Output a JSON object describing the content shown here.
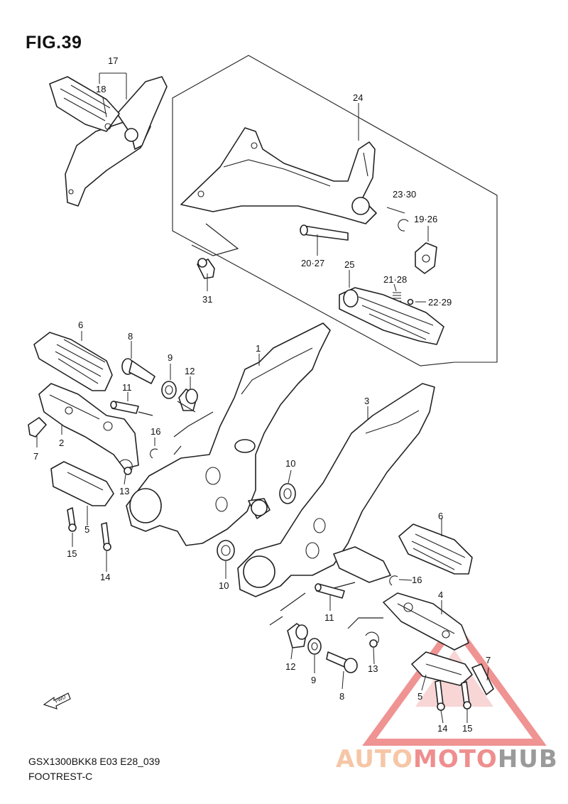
{
  "figure": {
    "title": "FIG.39",
    "code": "GSX1300BKK8 E03 E28_039",
    "name": "FOOTREST-C",
    "fwd_label": "FWD"
  },
  "watermark": {
    "part1": "AUTO",
    "part2": "MOTO",
    "part3": "HUB",
    "colors": {
      "part1": "#f6c6a6",
      "part2": "#ef8e8e",
      "part3": "#9a9a9a",
      "triangle": "#e23b3b"
    }
  },
  "callouts": {
    "p1": "1",
    "p2": "2",
    "p3": "3",
    "p4": "4",
    "p5a": "5",
    "p5b": "5",
    "p6a": "6",
    "p6b": "6",
    "p7a": "7",
    "p7b": "7",
    "p8a": "8",
    "p8b": "8",
    "p9a": "9",
    "p9b": "9",
    "p10a": "10",
    "p10b": "10",
    "p11a": "11",
    "p11b": "11",
    "p12a": "12",
    "p12b": "12",
    "p13a": "13",
    "p13b": "13",
    "p14a": "14",
    "p14b": "14",
    "p15a": "15",
    "p15b": "15",
    "p16a": "16",
    "p16b": "16",
    "p17": "17",
    "p18": "18",
    "p19_26": "19·26",
    "p20_27": "20·27",
    "p21_28": "21·28",
    "p22_29": "22·29",
    "p23_30": "23·30",
    "p24": "24",
    "p25": "25",
    "p31": "31"
  }
}
